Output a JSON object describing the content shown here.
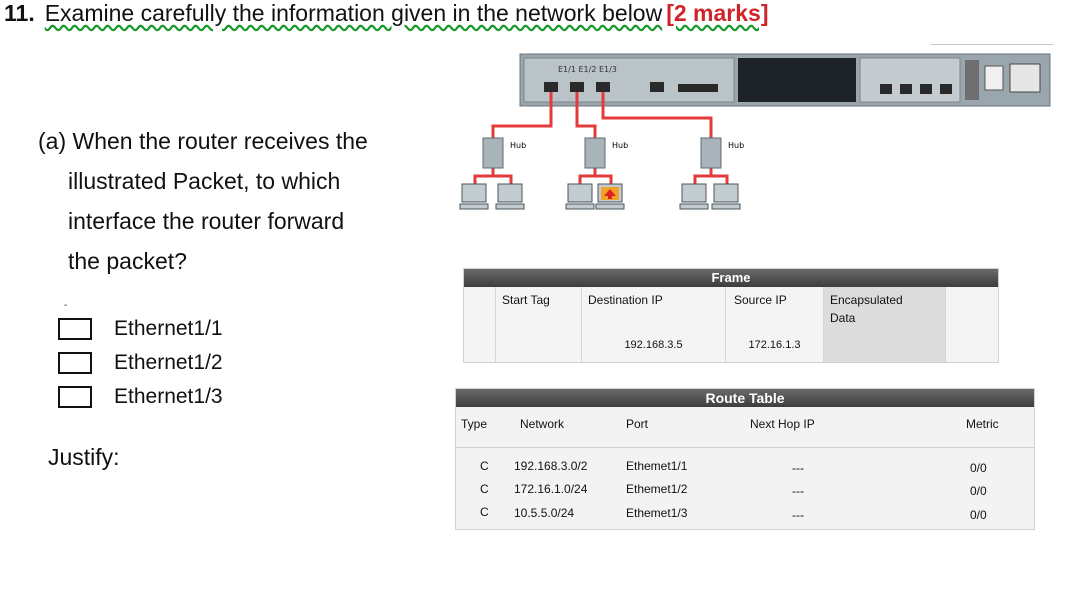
{
  "question": {
    "number": "11.",
    "title": "Examine carefully the information given in the network below",
    "marks": "[2 marks]",
    "lines": [
      "(a) When the router receives the",
      "illustrated Packet, to which",
      "interface the router forward",
      "the packet?"
    ],
    "options": [
      "Ethernet1/1",
      "Ethernet1/2",
      "Ethernet1/3"
    ],
    "justify_label": "Justify:"
  },
  "network": {
    "port_labels": "E1/1 E1/2 E1/3",
    "hubs": [
      "Hub",
      "Hub",
      "Hub"
    ]
  },
  "frame": {
    "title": "Frame",
    "columns": [
      "Start Tag",
      "Destination IP",
      "Source IP",
      "Encapsulated\nData"
    ],
    "destination_ip": "192.168.3.5",
    "source_ip": "172.16.1.3"
  },
  "route_table": {
    "title": "Route Table",
    "headers": [
      "Type",
      "Network",
      "Port",
      "Next Hop IP",
      "Metric"
    ],
    "rows": [
      {
        "type": "C",
        "network": "192.168.3.0/2",
        "port": "Ethemet1/1",
        "next_hop": "---",
        "metric": "0/0"
      },
      {
        "type": "C",
        "network": "172.16.1.0/24",
        "port": "Ethemet1/2",
        "next_hop": "---",
        "metric": "0/0"
      },
      {
        "type": "C",
        "network": "10.5.5.0/24",
        "port": "Ethemet1/3",
        "next_hop": "---",
        "metric": "0/0"
      }
    ]
  },
  "colors": {
    "marks": "#d0242b",
    "cable": "#e23b3b",
    "squiggle": "#1a9a2a"
  }
}
